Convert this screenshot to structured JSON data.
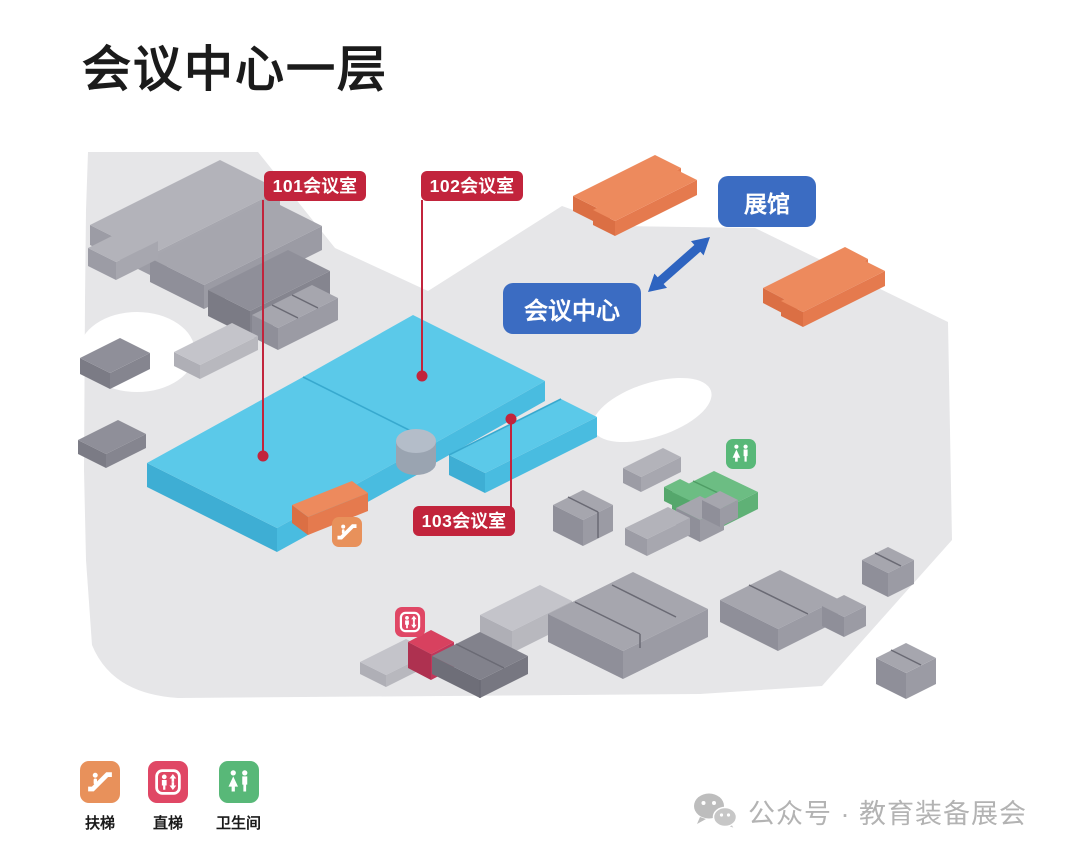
{
  "title": "会议中心一层",
  "map": {
    "room_labels": [
      {
        "id": "101",
        "text": "101会议室"
      },
      {
        "id": "102",
        "text": "102会议室"
      },
      {
        "id": "103",
        "text": "103会议室"
      }
    ],
    "place_labels": {
      "exhibition_hall": "展馆",
      "conference_center": "会议中心"
    }
  },
  "legend": {
    "items": [
      {
        "icon": "escalator-icon",
        "label": "扶梯",
        "color": "#E8915B"
      },
      {
        "icon": "elevator-icon",
        "label": "直梯",
        "color": "#E04765"
      },
      {
        "icon": "restroom-icon",
        "label": "卫生间",
        "color": "#58B878"
      }
    ]
  },
  "watermark": {
    "text": "公众号 · 教育装备展会"
  },
  "colors": {
    "label-red": "#C2243C",
    "pill-blue": "#3B6CC2",
    "arrow-blue": "#2E64C0",
    "room-cyan": "#5BC9E9",
    "room-cyan-side": "#3EAED4",
    "escalator-orange": "#ED8A5D",
    "restroom-green": "#6CBD83",
    "elevator-crimson": "#D8415F",
    "icon-orange": "#E8915B",
    "icon-red": "#E04765",
    "icon-green": "#58B878",
    "floor-gray": "#E6E6E8",
    "watermark-gray": "#B3B3B3"
  }
}
